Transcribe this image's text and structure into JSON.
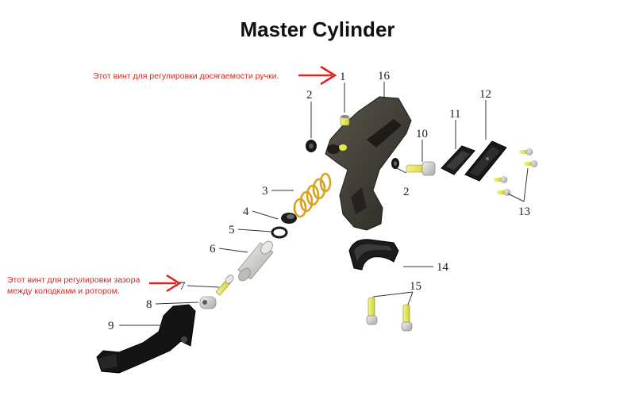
{
  "title": "Master Cylinder",
  "annotations": {
    "reach_screw": "Этот винт для регулировки досягаемости ручки.",
    "gap_screw_line1": "Этот винт для регулировки зазора",
    "gap_screw_line2": "между колодками и ротором.",
    "color": "#e0201b"
  },
  "callouts": {
    "n1": "1",
    "n2a": "2",
    "n2b": "2",
    "n3": "3",
    "n4": "4",
    "n5": "5",
    "n6": "6",
    "n7": "7",
    "n8": "8",
    "n9": "9",
    "n10": "10",
    "n11": "11",
    "n12": "12",
    "n13": "13",
    "n14": "14",
    "n15": "15",
    "n16": "16"
  },
  "colors": {
    "body": "#3a3730",
    "body_light": "#5a564c",
    "spring": "#d9a21a",
    "screw": "#e8e84a",
    "metal": "#d6d6d2",
    "lever": "#141414"
  }
}
